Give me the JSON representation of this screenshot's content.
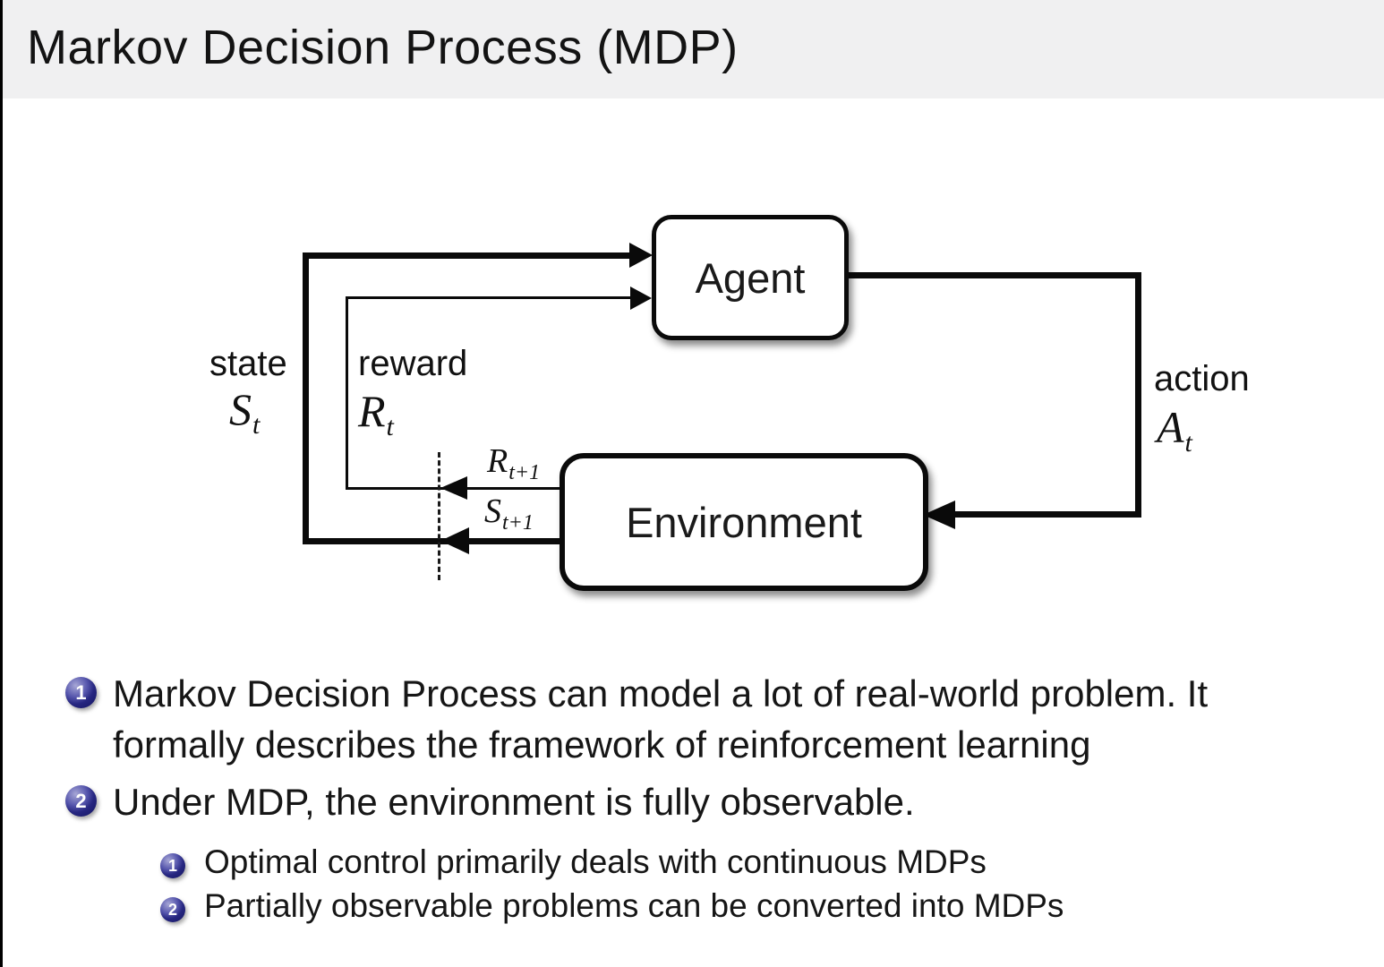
{
  "title": "Markov Decision Process (MDP)",
  "diagram": {
    "agent_label": "Agent",
    "environment_label": "Environment",
    "state_label": "state",
    "state_symbol": {
      "main": "S",
      "sub": "t"
    },
    "reward_label": "reward",
    "reward_symbol": {
      "main": "R",
      "sub": "t"
    },
    "action_label": "action",
    "action_symbol": {
      "main": "A",
      "sub": "t"
    },
    "next_reward_symbol": {
      "main": "R",
      "sub": "t+1"
    },
    "next_state_symbol": {
      "main": "S",
      "sub": "t+1"
    }
  },
  "bullets": {
    "items": [
      {
        "number": "1",
        "lines": [
          "Markov Decision Process can model a lot of real-world problem. It",
          "formally describes the framework of reinforcement learning"
        ]
      },
      {
        "number": "2",
        "lines": [
          "Under MDP, the environment is fully observable."
        ],
        "children": [
          {
            "number": "1",
            "lines": [
              "Optimal control primarily deals with continuous MDPs"
            ]
          },
          {
            "number": "2",
            "lines": [
              "Partially observable problems can be converted into MDPs"
            ]
          }
        ]
      }
    ]
  },
  "colors": {
    "title_band": "#f0f0f1",
    "ball_navy": "#26267f",
    "text": "#141414",
    "line": "#0a0a0a"
  }
}
